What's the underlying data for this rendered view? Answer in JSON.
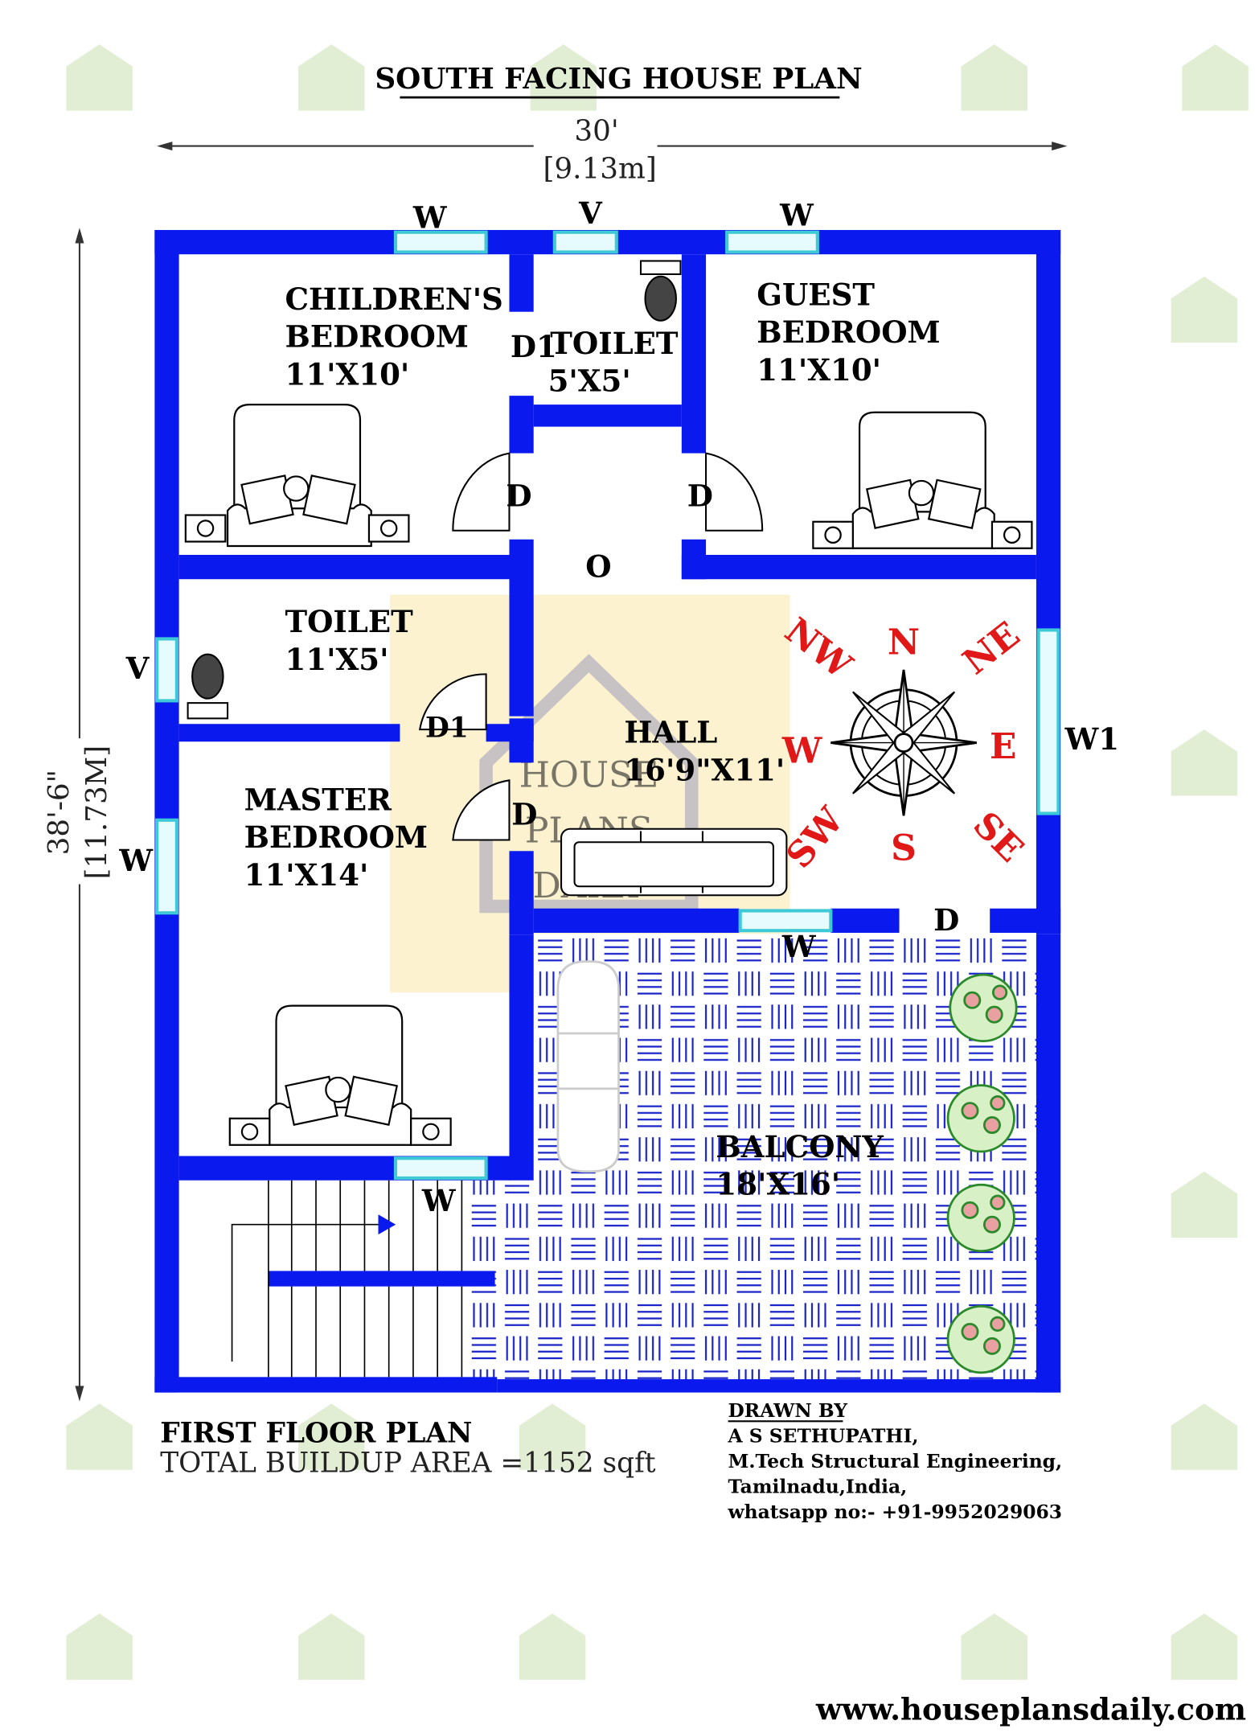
{
  "title": "SOUTH FACING HOUSE PLAN",
  "width_dim": {
    "feet": "30'",
    "meters": "[9.13m]"
  },
  "height_dim": {
    "feet": "38'-6\"",
    "meters": "[11.73M]"
  },
  "rooms": {
    "children_bedroom": {
      "line1": "CHILDREN'S",
      "line2": "BEDROOM",
      "size": "11'X10'"
    },
    "toilet_top": {
      "name": "TOILET",
      "size": "5'X5'"
    },
    "guest_bedroom": {
      "line1": "GUEST",
      "line2": "BEDROOM",
      "size": "11'X10'"
    },
    "toilet_left": {
      "name": "TOILET",
      "size": "11'X5'"
    },
    "hall": {
      "name": "HALL",
      "size": "16'9\"X11'"
    },
    "master_bedroom": {
      "line1": "MASTER",
      "line2": "BEDROOM",
      "size": "11'X14'"
    },
    "balcony": {
      "name": "BALCONY",
      "size": "18'X16'"
    }
  },
  "labels": {
    "window": "W",
    "ventilator": "V",
    "door": "D",
    "door_small": "D1",
    "opening": "O",
    "window_hall": "W1"
  },
  "compass": {
    "n": "N",
    "s": "S",
    "e": "E",
    "w": "W",
    "ne": "NE",
    "nw": "NW",
    "se": "SE",
    "sw": "SW"
  },
  "watermark": {
    "line1": "HOUSE",
    "line2": "PLANS",
    "line3": "DAILY",
    "brand": "HOUSE PLANS DAILY"
  },
  "footer": {
    "floor": "FIRST FLOOR PLAN",
    "area": "TOTAL BUILDUP AREA =1152 sqft",
    "drawn_by": "DRAWN BY",
    "name": "A S SETHUPATHI,",
    "degree": "M.Tech Structural Engineering,",
    "location": "Tamilnadu,India,",
    "contact": "whatsapp no:- +91-9952029063",
    "website": "www.houseplansdaily.com"
  },
  "colors": {
    "wall": "#0a1aef",
    "window": "#3ec9d6",
    "compass": "#e01818",
    "watermark": "#c8e0b0"
  }
}
